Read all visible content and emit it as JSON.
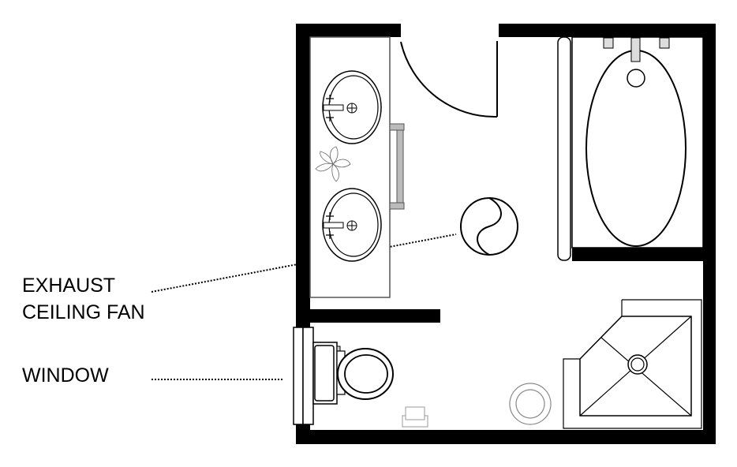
{
  "diagram": {
    "type": "bathroom-floor-plan",
    "labels": {
      "exhaust_line1": "EXHAUST",
      "exhaust_line2": "CEILING FAN",
      "window": "WINDOW"
    },
    "fixtures": [
      "double-vanity-with-two-sinks",
      "towel-bar",
      "door-swing",
      "bathtub",
      "exhaust-ceiling-fan",
      "toilet",
      "window",
      "corner-shower",
      "floor-drain-circle",
      "trash-bin"
    ],
    "colors": {
      "wall": "#000000",
      "fixture_stroke": "#000000",
      "accent_gray": "#bbbbbb",
      "light_gray": "#d9d9d9",
      "background": "#ffffff"
    }
  }
}
